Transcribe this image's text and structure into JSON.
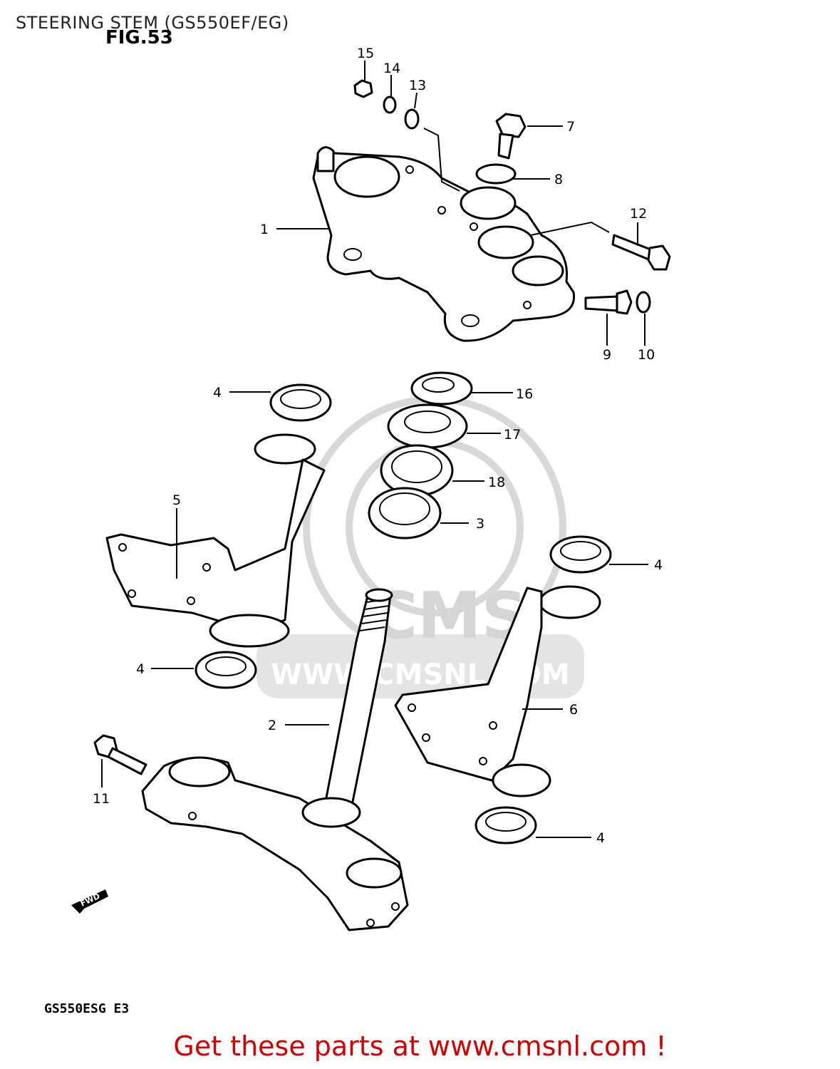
{
  "title": "STEERING STEM (GS550EF/EG)",
  "figure_label": "FIG.53",
  "model_code": "GS550ESG E3",
  "footer_link": "Get these parts at www.cmsnl.com !",
  "watermark": {
    "logo_text": "CMS",
    "url_text": "WWW.CMSNL.COM"
  },
  "forward_marker": "FWD",
  "callouts": [
    "15",
    "14",
    "13",
    "7",
    "8",
    "12",
    "1",
    "9",
    "10",
    "16",
    "17",
    "18",
    "3",
    "4",
    "5",
    "4",
    "4",
    "2",
    "6",
    "11",
    "4"
  ]
}
